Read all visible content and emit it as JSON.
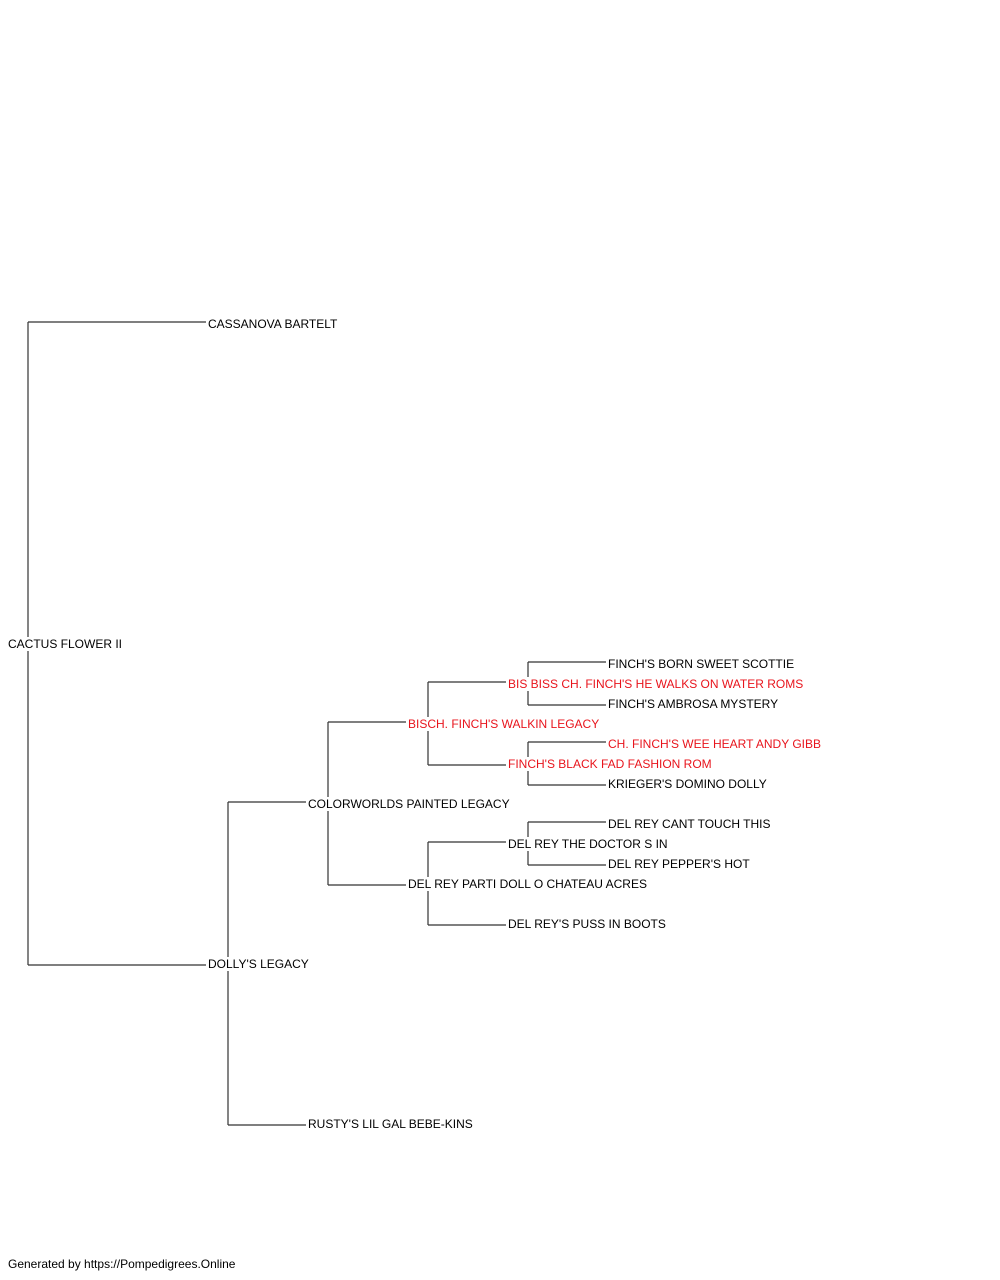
{
  "colors": {
    "line": "#333333",
    "text": "#000000",
    "highlight": "#e8141c"
  },
  "pedigree": {
    "subject": "CACTUS FLOWER II",
    "sire": "CASSANOVA BARTELT",
    "dam": "DOLLY'S LEGACY",
    "dam_sire": "COLORWORLDS PAINTED LEGACY",
    "dam_dam": "RUSTY'S LIL GAL BEBE-KINS",
    "dam_sire_sire": "BISCH. FINCH'S WALKIN LEGACY",
    "dam_sire_dam": "DEL REY PARTI DOLL O CHATEAU ACRES",
    "dss_sire": "BIS BISS CH. FINCH'S HE WALKS ON WATER ROMS",
    "dss_dam": "FINCH'S BLACK FAD FASHION ROM",
    "dsd_sire": "DEL REY THE DOCTOR S IN",
    "dsd_dam": "DEL REY'S PUSS IN BOOTS",
    "dsss_sire": "FINCH'S BORN SWEET SCOTTIE",
    "dsss_dam": "FINCH'S AMBROSA MYSTERY",
    "dssd_sire": "CH. FINCH'S WEE HEART ANDY GIBB",
    "dssd_dam": "KRIEGER'S DOMINO DOLLY",
    "dsds_sire": "DEL REY CANT TOUCH THIS",
    "dsds_dam": "DEL REY PEPPER'S HOT"
  },
  "footer": "Generated by https://Pompedigrees.Online"
}
